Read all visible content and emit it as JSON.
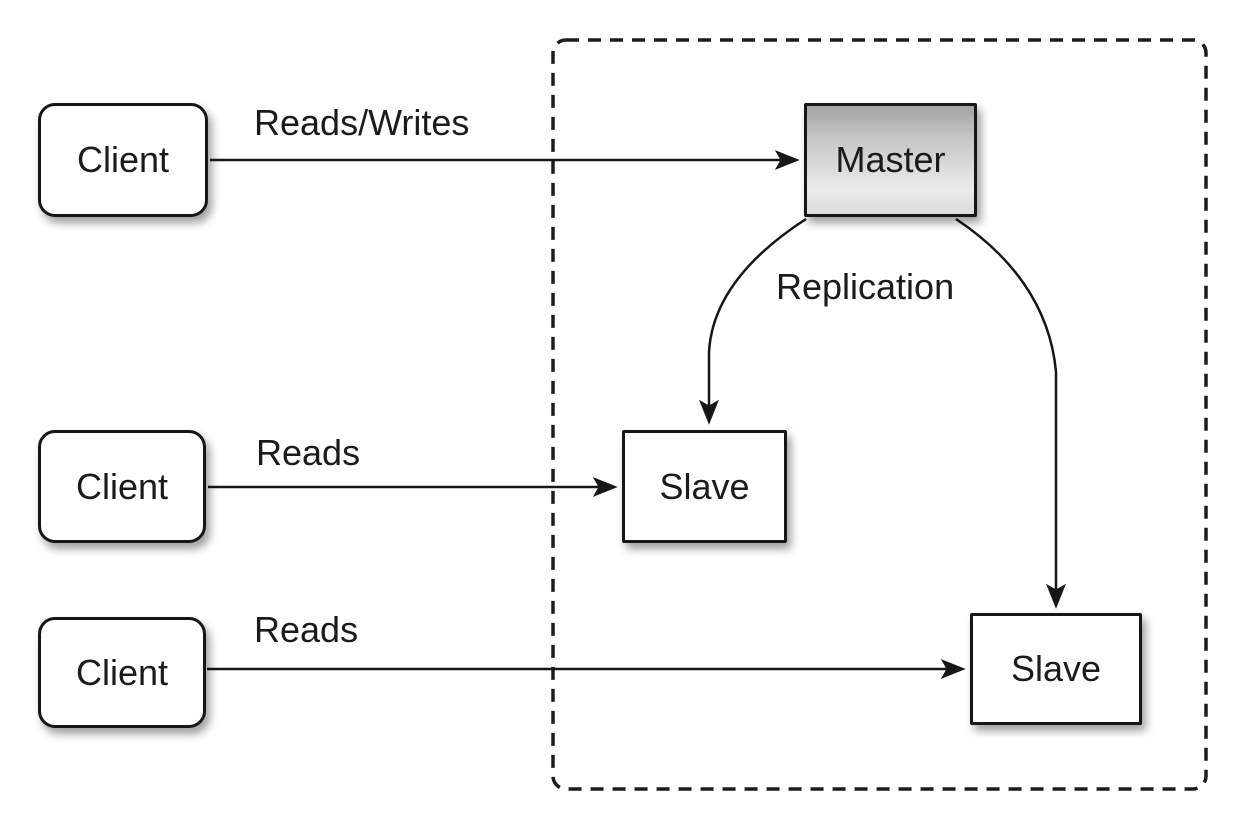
{
  "diagram": {
    "nodes": {
      "client1": {
        "label": "Client"
      },
      "client2": {
        "label": "Client"
      },
      "client3": {
        "label": "Client"
      },
      "master": {
        "label": "Master"
      },
      "slave1": {
        "label": "Slave"
      },
      "slave2": {
        "label": "Slave"
      }
    },
    "edges": {
      "client1_to_master": {
        "label": "Reads/Writes",
        "from": "client1",
        "to": "master"
      },
      "client2_to_slave1": {
        "label": "Reads",
        "from": "client2",
        "to": "slave1"
      },
      "client3_to_slave2": {
        "label": "Reads",
        "from": "client3",
        "to": "slave2"
      },
      "master_to_slave1": {
        "label": "Replication",
        "from": "master",
        "to": "slave1"
      },
      "master_to_slave2": {
        "label": "",
        "from": "master",
        "to": "slave2"
      }
    },
    "boundary": {
      "style": "dashed",
      "contains": [
        "master",
        "slave1",
        "slave2"
      ]
    },
    "colors": {
      "stroke": "#161616",
      "text": "#1b1b1b",
      "node_fill": "#ffffff",
      "master_gradient_top": "#a3a3a3",
      "master_gradient_bottom": "#dcdcdc",
      "background": "#ffffff"
    }
  }
}
